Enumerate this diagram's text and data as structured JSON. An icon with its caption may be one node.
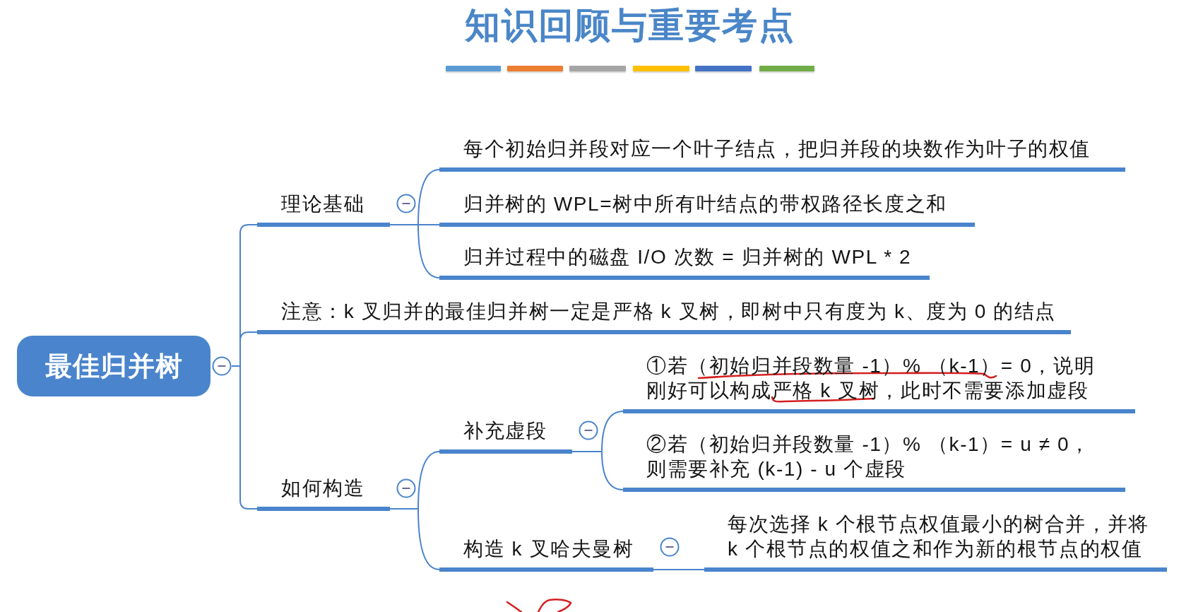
{
  "diagram": {
    "title": "知识回顾与重要考点",
    "nodes": [
      {
        "text": [
          "最佳归并树"
        ]
      },
      {
        "text": [
          "理论基础"
        ]
      },
      {
        "text": [
          "每个初始归并段对应一个叶子结点，把归并段的块数作为叶子的权值"
        ]
      },
      {
        "text": [
          "归并树的 WPL=树中所有叶结点的带权路径长度之和"
        ]
      },
      {
        "text": [
          "归并过程中的磁盘 I/O 次数 = 归并树的 WPL * 2"
        ]
      },
      {
        "text": [
          "注意：k 叉归并的最佳归并树一定是严格 k 叉树，即树中只有度为 k、度为 0 的结点"
        ]
      },
      {
        "text": [
          "如何构造"
        ]
      },
      {
        "text": [
          "补充虚段"
        ]
      },
      {
        "text": [
          "①若（初始归并段数量 -1）% （k-1）= 0，说明刚好可以构成严格 k 叉树，此时不需要添加虚段"
        ]
      },
      {
        "text": [
          "②若（初始归并段数量 -1）% （k-1）= u ≠ 0，则需要补充 (k-1) - u 个虚段"
        ]
      },
      {
        "text": [
          "构造 k 叉哈夫曼树"
        ]
      },
      {
        "text": [
          "每次选择 k 个根节点权值最小的树合并，并将 k 个根节点的权值之和作为新的根节点的权值"
        ]
      }
    ],
    "edges": [
      {
        "from": 0,
        "to": 1,
        "arrow": "none"
      },
      {
        "from": 0,
        "to": 5,
        "arrow": "none"
      },
      {
        "from": 0,
        "to": 6,
        "arrow": "none"
      },
      {
        "from": 1,
        "to": 2,
        "arrow": "none"
      },
      {
        "from": 1,
        "to": 3,
        "arrow": "none"
      },
      {
        "from": 1,
        "to": 4,
        "arrow": "none"
      },
      {
        "from": 6,
        "to": 7,
        "arrow": "none"
      },
      {
        "from": 6,
        "to": 10,
        "arrow": "none"
      },
      {
        "from": 7,
        "to": 8,
        "arrow": "none"
      },
      {
        "from": 7,
        "to": 9,
        "arrow": "none"
      },
      {
        "from": 10,
        "to": 11,
        "arrow": "none"
      }
    ]
  }
}
